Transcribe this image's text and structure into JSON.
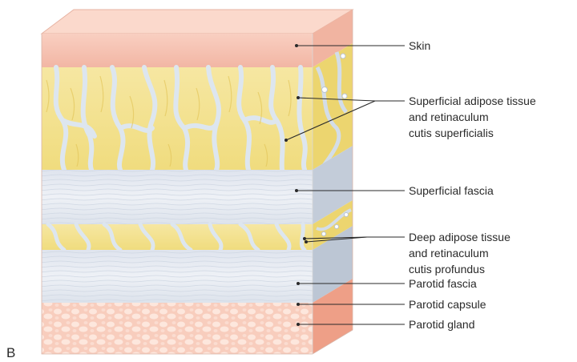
{
  "panel_label": "B",
  "layers": [
    {
      "id": "skin",
      "label": "Skin"
    },
    {
      "id": "superficial-adipose",
      "label": "Superficial adipose tissue and retinaculum cutis superficialis",
      "lines": [
        "Superficial adipose tissue",
        "and retinaculum",
        "cutis superficialis"
      ]
    },
    {
      "id": "superficial-fascia",
      "label": "Superficial fascia"
    },
    {
      "id": "deep-adipose",
      "label": "Deep adipose tissue and retinaculum cutis profundus",
      "lines": [
        "Deep adipose tissue",
        "and retinaculum",
        "cutis profundus"
      ]
    },
    {
      "id": "parotid-fascia",
      "label": "Parotid fascia"
    },
    {
      "id": "parotid-capsule",
      "label": "Parotid capsule"
    },
    {
      "id": "parotid-gland",
      "label": "Parotid gland"
    }
  ],
  "colors": {
    "skin": "#f6c6b6",
    "skin_top": "#fbd9cc",
    "fat": "#f4e391",
    "fat_dark": "#e9cf63",
    "retinaculum": "#d9e3ec",
    "fascia": "#e7ebf2",
    "fascia_side": "#c3ccd9",
    "gland": "#f8cdbd",
    "gland_side": "#ef9d86"
  }
}
